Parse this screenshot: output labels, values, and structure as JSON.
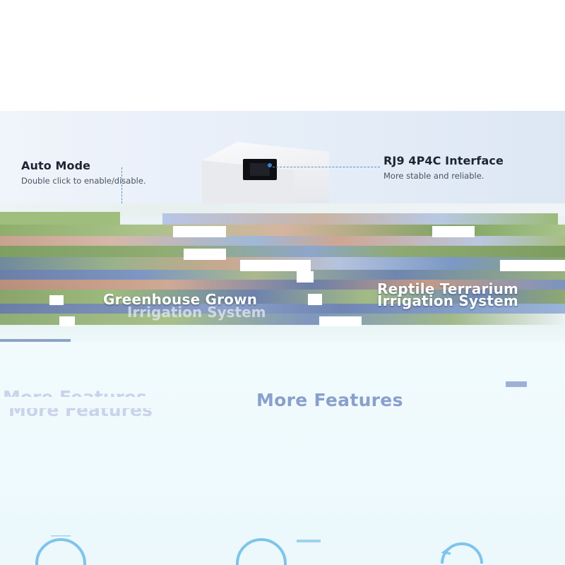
{
  "product": {
    "auto_mode": {
      "title": "Auto Mode",
      "subtitle": "Double click to enable/disable."
    },
    "interface": {
      "title": "RJ9 4P4C  Interface",
      "subtitle": "More stable and reliable."
    }
  },
  "applications": {
    "items": [
      {
        "label": "Greenhouse Grown"
      },
      {
        "label": "Reptile Terrarium"
      },
      {
        "label": "Irrigation System"
      }
    ]
  },
  "features": {
    "title": "More Features"
  },
  "colors": {
    "accent": "#3b7fd6",
    "heading": "#1d2433",
    "features_title": "#8aa0cc",
    "leader_line": "#5b8fc9"
  },
  "icons": [
    "device-image",
    "port-icon",
    "feature-icon"
  ]
}
